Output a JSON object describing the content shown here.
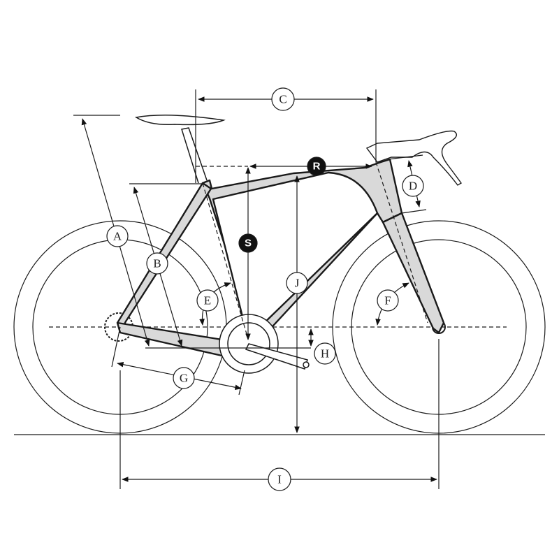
{
  "diagram": {
    "title": "Road bike frame geometry",
    "labels": {
      "A": "A",
      "B": "B",
      "C": "C",
      "D": "D",
      "E": "E",
      "F": "F",
      "G": "G",
      "H": "H",
      "I": "I",
      "J": "J",
      "R": "R",
      "S": "S"
    },
    "colors": {
      "line": "#1a1a1a",
      "frame_fill": "#d9d9d9",
      "badge": "#111111"
    }
  }
}
